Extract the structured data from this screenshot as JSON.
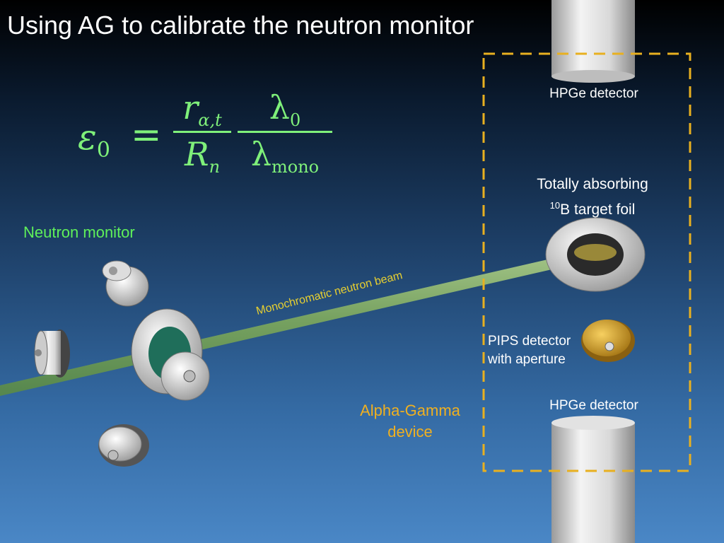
{
  "slide": {
    "title": "Using AG to calibrate the neutron monitor"
  },
  "formula": {
    "lhs": "ε",
    "lhs_sub": "0",
    "num1": "r",
    "num1_sub": "α,t",
    "den1": "R",
    "den1_sub": "n",
    "num2": "λ",
    "num2_sub": "0",
    "den2": "λ",
    "den2_sub": "mono"
  },
  "labels": {
    "hpge_top": "HPGe detector",
    "foil_line1": "Totally absorbing",
    "foil_sup": "10",
    "foil_line2": "B target foil",
    "pips_line1": "PIPS detector",
    "pips_line2": "with aperture",
    "hpge_bottom": "HPGe detector",
    "alpha_gamma_line1": "Alpha-Gamma",
    "alpha_gamma_line2": "device",
    "neutron_monitor": "Neutron monitor",
    "beam": "Monochromatic neutron beam"
  },
  "colors": {
    "formula": "#7ff07a",
    "neutron_monitor_label": "#5ff05a",
    "alpha_gamma_label": "#f0b020",
    "dashed_box": "#e8b020",
    "beam": "#8fbf6a"
  }
}
